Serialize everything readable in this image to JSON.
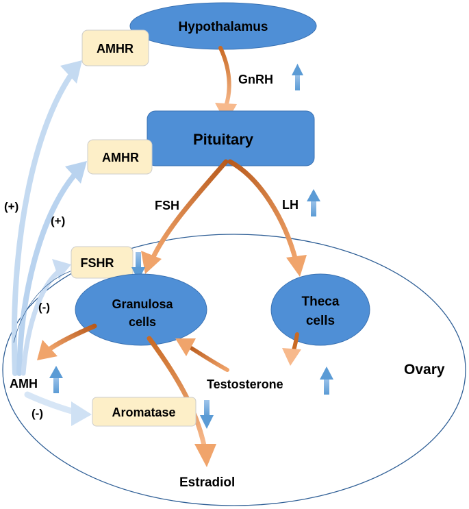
{
  "colors": {
    "node_fill": "#4f8fd6",
    "node_stroke": "#3a72b3",
    "receptor_fill": "#fdefc8",
    "receptor_stroke": "#c9c9c9",
    "orange_dark": "#c96a24",
    "orange_light": "#f7b98c",
    "blue_dark": "#5b9bd5",
    "blue_light": "#c5dbf2",
    "ovary_stroke": "#2f5f96"
  },
  "nodes": {
    "hypothalamus": "Hypothalamus",
    "pituitary": "Pituitary",
    "granulosa_line1": "Granulosa",
    "granulosa_line2": "cells",
    "theca_line1": "Theca",
    "theca_line2": "cells"
  },
  "receptors": {
    "amhr_top": "AMHR",
    "amhr_mid": "AMHR",
    "fshr": "FSHR",
    "aromatase": "Aromatase"
  },
  "hormones": {
    "gnrh": "GnRH",
    "fsh": "FSH",
    "lh": "LH",
    "amh": "AMH",
    "testosterone": "Testosterone",
    "estradiol": "Estradiol"
  },
  "regions": {
    "ovary": "Ovary"
  },
  "signs": {
    "plus_left": "(+)",
    "plus_right": "(+)",
    "minus_fshr": "(-)",
    "minus_aromatase": "(-)"
  },
  "indicators": {
    "gnrh": "up",
    "lh": "up",
    "amh": "up",
    "testosterone": "up",
    "fshr": "down",
    "aromatase": "down"
  }
}
